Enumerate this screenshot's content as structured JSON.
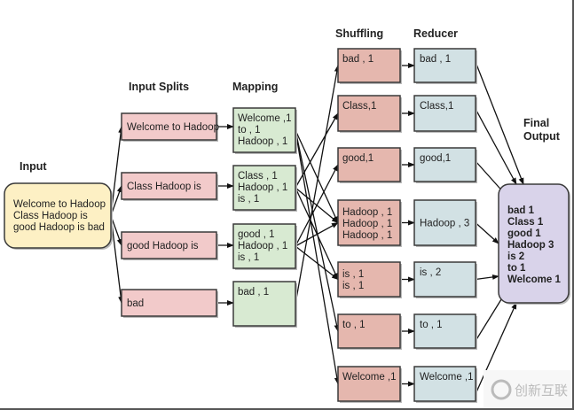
{
  "headers": {
    "input": "Input",
    "splits": "Input Splits",
    "mapping": "Mapping",
    "shuffling": "Shuffling",
    "reducer": "Reducer",
    "final": [
      "Final",
      "Output"
    ]
  },
  "input": [
    "Welcome to Hadoop",
    "Class Hadoop is",
    "good Hadoop is bad"
  ],
  "splits": [
    [
      "Welcome to Hadoop"
    ],
    [
      "Class Hadoop is"
    ],
    [
      "good Hadoop is"
    ],
    [
      "bad"
    ]
  ],
  "mapping": [
    [
      "Welcome ,1",
      "to , 1",
      "Hadoop , 1"
    ],
    [
      "Class , 1",
      "Hadoop , 1",
      "is , 1"
    ],
    [
      "good , 1",
      "Hadoop , 1",
      "is , 1"
    ],
    [
      "bad , 1"
    ]
  ],
  "shuffling": [
    [
      "bad , 1"
    ],
    [
      "Class,1"
    ],
    [
      "good,1"
    ],
    [
      "Hadoop , 1",
      "Hadoop , 1",
      "Hadoop , 1"
    ],
    [
      "is , 1",
      "is , 1"
    ],
    [
      "to ,  1"
    ],
    [
      "Welcome ,1"
    ]
  ],
  "reducer": [
    [
      "bad , 1"
    ],
    [
      "Class,1"
    ],
    [
      "good,1"
    ],
    [
      "Hadoop , 3"
    ],
    [
      "is , 2"
    ],
    [
      "to ,  1"
    ],
    [
      "Welcome ,1"
    ]
  ],
  "final_output": [
    "bad 1",
    "Class 1",
    "good 1",
    "Hadoop 3",
    "is 2",
    "to 1",
    "Welcome 1"
  ],
  "map_to_shuffle": [
    [
      0,
      6
    ],
    [
      0,
      5
    ],
    [
      0,
      3
    ],
    [
      1,
      1
    ],
    [
      1,
      3
    ],
    [
      1,
      4
    ],
    [
      2,
      2
    ],
    [
      2,
      3
    ],
    [
      2,
      4
    ],
    [
      3,
      0
    ]
  ],
  "watermark": "创新互联",
  "colors": {
    "input": "#fdf0c4",
    "split": "#f2caca",
    "mapping": "#d8ead2",
    "shuffle": "#e5b7ae",
    "reducer": "#d2e1e4",
    "final": "#d9d3ea",
    "stroke": "#3a3a3a"
  }
}
